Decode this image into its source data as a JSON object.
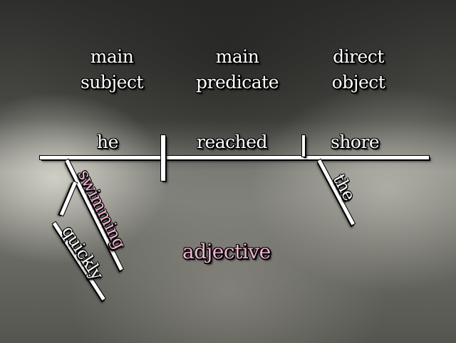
{
  "headers": {
    "subject": "main\nsubject",
    "predicate": "main\npredicate",
    "object": "direct\nobject"
  },
  "baseline_words": {
    "subject": "he",
    "verb": "reached",
    "object": "shore"
  },
  "modifiers": {
    "participle": "swimming",
    "adverb": "quickly",
    "article": "the"
  },
  "annotation": "adjective",
  "colors": {
    "line": "#ffffff",
    "highlight": "#f0b4d2"
  }
}
